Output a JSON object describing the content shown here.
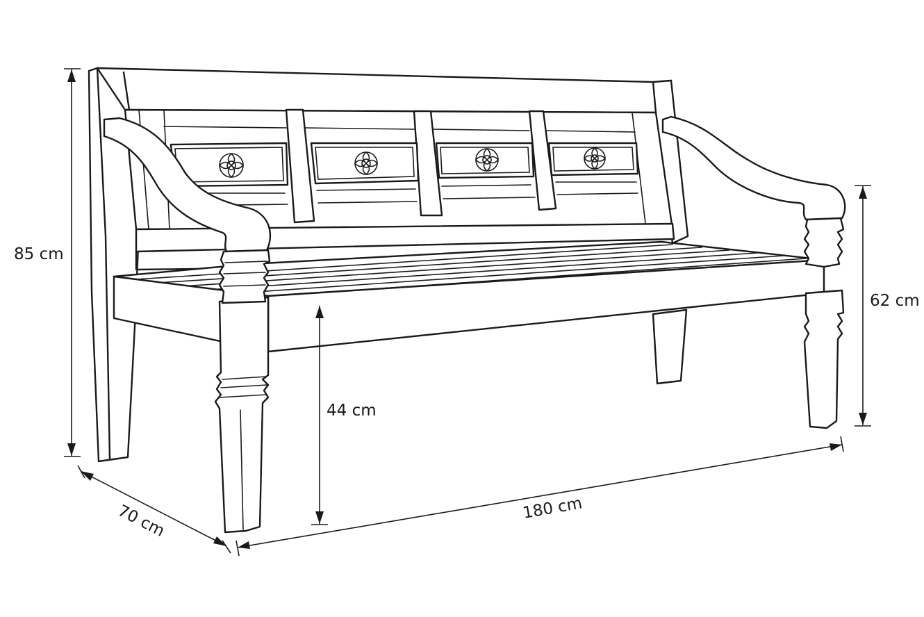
{
  "dimensions": {
    "overall_height": "85 cm",
    "arm_height": "62 cm",
    "seat_height": "44 cm",
    "depth": "70 cm",
    "width": "180 cm"
  },
  "colors": {
    "line": "#1a1a1a",
    "background": "#ffffff"
  }
}
